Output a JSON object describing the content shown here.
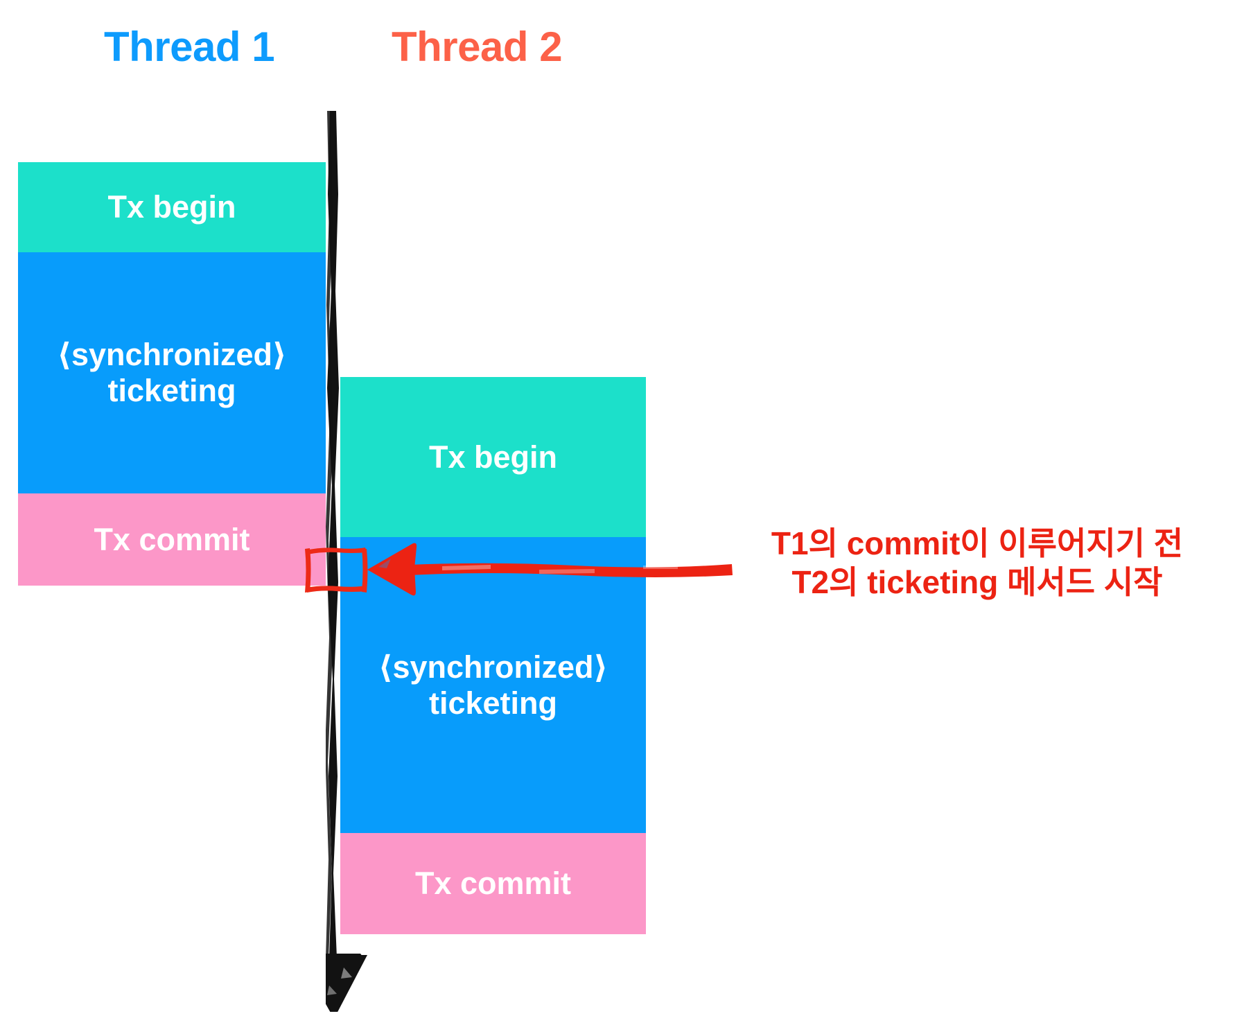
{
  "diagram": {
    "title_thread1": "Thread 1",
    "title_thread2": "Thread 2",
    "colors": {
      "thread1": "#0d9bfd",
      "thread2": "#fc6148",
      "begin_block": "#1ce0ca",
      "sync_block": "#089cfb",
      "commit_block": "#fc97c8",
      "timeline": "#121212",
      "annotation": "#ec2313",
      "background": "#ffffff"
    }
  },
  "thread1": {
    "label": "Thread 1",
    "blocks": [
      {
        "id": "tx-begin",
        "label": "Tx begin",
        "color": "#1ce0ca"
      },
      {
        "id": "synchronized-ticketing",
        "label": "⟨synchronized⟩\nticketing",
        "color": "#089cfb"
      },
      {
        "id": "tx-commit",
        "label": "Tx commit",
        "color": "#fc97c8"
      }
    ]
  },
  "thread2": {
    "label": "Thread 2",
    "blocks": [
      {
        "id": "tx-begin",
        "label": "Tx begin",
        "color": "#1ce0ca"
      },
      {
        "id": "synchronized-ticketing",
        "label": "⟨synchronized⟩\nticketing",
        "color": "#089cfb"
      },
      {
        "id": "tx-commit",
        "label": "Tx commit",
        "color": "#fc97c8"
      }
    ]
  },
  "annotation": {
    "text": "T1의 commit이 이루어지기 전\nT2의 ticketing 메서드 시작",
    "line1": "T1의 commit이 이루어지기 전",
    "line2": "T2의 ticketing 메서드 시작",
    "color": "#ec2313",
    "highlight_target": "thread2-synchronized-ticketing-start"
  },
  "timeline": {
    "icon": "downward-time-arrow",
    "direction": "down"
  }
}
